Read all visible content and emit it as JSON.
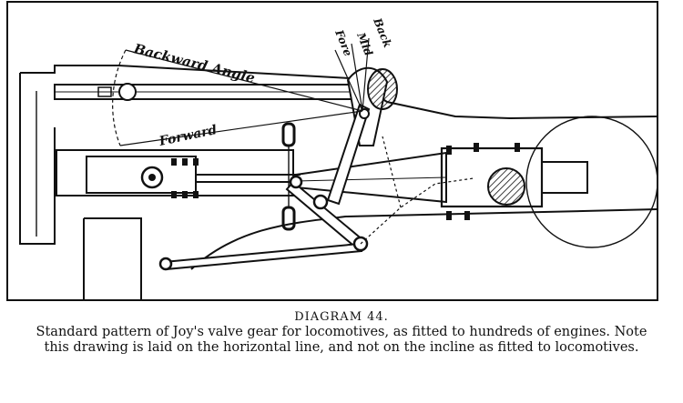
{
  "diagram": {
    "labels": {
      "backward_angle": "Backward Angle",
      "forward": "Forward",
      "fore": "Fore",
      "mid": "Mid",
      "back": "Back"
    }
  },
  "caption": {
    "title": "DIAGRAM 44.",
    "body": "Standard pattern of Joy's valve gear for locomotives, as fitted to hundreds of engines. Note this drawing is laid on the horizontal line, and not on the incline as fitted to locomotives."
  }
}
